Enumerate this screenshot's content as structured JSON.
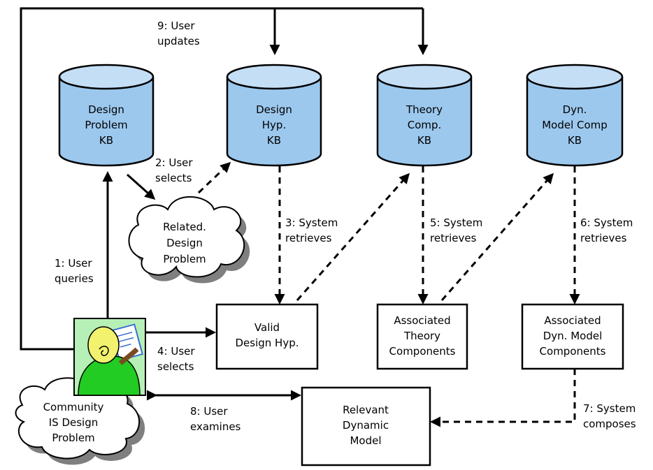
{
  "databases": {
    "design_problem_kb": [
      "Design",
      "Problem",
      "KB"
    ],
    "design_hyp_kb": [
      "Design",
      "Hyp.",
      "KB"
    ],
    "theory_comp_kb": [
      "Theory",
      "Comp.",
      "KB"
    ],
    "dyn_model_comp_kb": [
      "Dyn.",
      "Model Comp",
      "KB"
    ]
  },
  "clouds": {
    "related_design_problem": [
      "Related.",
      "Design",
      "Problem"
    ],
    "community_is_design_problem": [
      "Community",
      "IS Design",
      "Problem"
    ]
  },
  "boxes": {
    "valid_design_hyp": [
      "Valid",
      "Design Hyp."
    ],
    "associated_theory_components": [
      "Associated",
      "Theory",
      "Components"
    ],
    "associated_dyn_model_components": [
      "Associated",
      "Dyn. Model",
      "Components"
    ],
    "relevant_dynamic_model": [
      "Relevant",
      "Dynamic",
      "Model"
    ]
  },
  "steps": {
    "s1": [
      "1: User",
      "queries"
    ],
    "s2": [
      "2: User",
      "selects"
    ],
    "s3": [
      "3: System",
      "retrieves"
    ],
    "s4": [
      "4: User",
      "selects"
    ],
    "s5": [
      "5: System",
      "retrieves"
    ],
    "s6": [
      "6: System",
      "retrieves"
    ],
    "s7": [
      "7: System",
      "composes"
    ],
    "s8": [
      "8: User",
      "examines"
    ],
    "s9": [
      "9: User",
      "updates"
    ]
  },
  "colors": {
    "cylinder_fill": "#9cc8ee",
    "cylinder_top": "#c4def6",
    "user_panel": "#b6f0b6",
    "figure": "#22cc22",
    "head": "#f2f26e"
  }
}
